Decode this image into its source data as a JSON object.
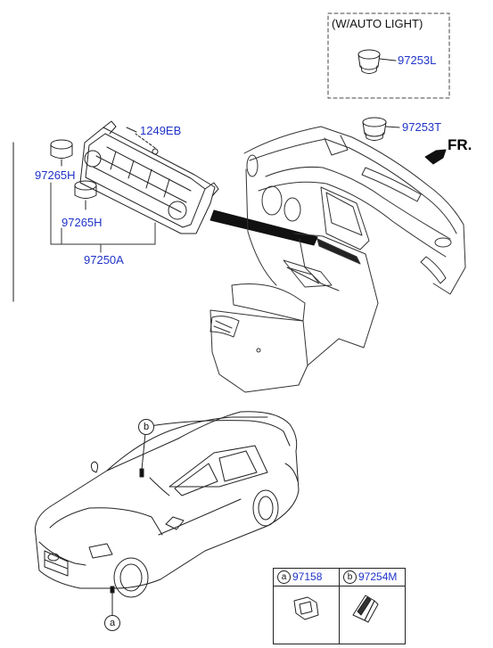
{
  "labels": {
    "option_box": "(W/AUTO LIGHT)",
    "front_marker": "FR.",
    "part_97253L": "97253L",
    "part_97253T": "97253T",
    "part_1249EB": "1249EB",
    "part_97265H_upper": "97265H",
    "part_97265H_lower": "97265H",
    "part_97250A": "97250A"
  },
  "callouts": {
    "b": "b",
    "a": "a"
  },
  "legend": [
    {
      "ref": "a",
      "part": "97158"
    },
    {
      "ref": "b",
      "part": "97254M"
    }
  ],
  "colors": {
    "part_number": "#1f33c8",
    "line": "#222222"
  }
}
